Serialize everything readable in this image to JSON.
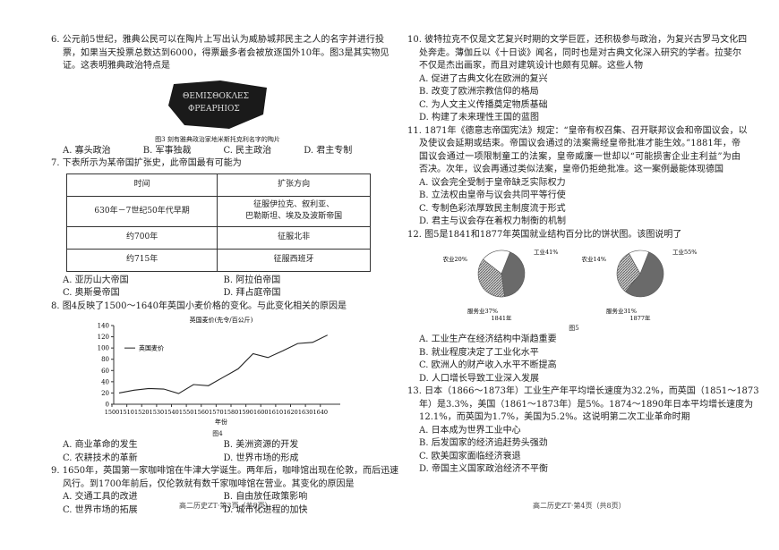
{
  "left": {
    "q6": {
      "lines": [
        "6. 公元前5世纪，雅典公民可以在陶片上写出认为威胁城邦民主之人的名字并进行投",
        "票，如果当天投票总数达到6000，得票最多者会被放逐国外10年。图3是其实物见",
        "证。这表明雅典政治特点是"
      ],
      "sherd_text": [
        "ΘΕΜΙΣΘΟΚΛΕΣ",
        "ΦΡΕΑΡΗΙΟΣ"
      ],
      "caption": "图3  刻有雅典政治家地米斯托克利名字的陶片",
      "options": [
        "A. 寡头政治",
        "B. 军事独裁",
        "C. 民主政治",
        "D. 君主专制"
      ]
    },
    "q7": {
      "stem": "7. 下表所示为某帝国扩张史，此帝国最有可能为",
      "table": {
        "headers": [
          "时间",
          "扩张方向"
        ],
        "rows": [
          [
            "630年－7世纪50年代早期",
            "征服伊拉克、叙利亚、\n巴勒斯坦、埃及及波斯帝国"
          ],
          [
            "约700年",
            "征服北非"
          ],
          [
            "约715年",
            "征服西班牙"
          ]
        ]
      },
      "options": [
        "A. 亚历山大帝国",
        "B. 阿拉伯帝国",
        "C. 奥斯曼帝国",
        "D. 拜占庭帝国"
      ]
    },
    "q8": {
      "stem": "8. 图4反映了1500～1640年英国小麦价格的变化。与此变化相关的原因是",
      "caption": "图4",
      "options": [
        "A. 商业革命的发生",
        "B. 美洲资源的开发",
        "C. 农耕技术的革新",
        "D. 世界市场的形成"
      ]
    },
    "q9": {
      "lines": [
        "9. 1650年，英国第一家咖啡馆在牛津大学诞生。两年后，咖啡馆出现在伦敦，而后迅速",
        "风行。到1700年前后，仅伦敦就有数千家咖啡馆在营业。其变化的原因是"
      ],
      "options": [
        "A. 交通工具的改进",
        "B. 自由放任政策影响",
        "C. 世界市场的拓展",
        "D. 城市化进程的加快"
      ]
    },
    "footer": "高二历史ZT·第3页（共8页）"
  },
  "right": {
    "q10": {
      "lines": [
        "10. 彼特拉克不仅是文艺复兴时期的文学巨匠，还积极参与政治，为复兴古罗马文化四",
        "处奔走。薄伽丘以《十日谈》闻名，同时也是对古典文化深入研究的学者。拉斐尔",
        "不仅是杰出画家，而且对建筑设计也颇有见解。这些人物"
      ],
      "options": [
        "A. 促进了古典文化在欧洲的复兴",
        "B. 改变了欧洲宗教信仰的格局",
        "C. 为人文主义传播奠定物质基础",
        "D. 构建了未来理性王国的蓝图"
      ]
    },
    "q11": {
      "lines": [
        "11. 1871年《德意志帝国宪法》规定：“皇帝有权召集、召开联邦议会和帝国议会，以",
        "及使议会延期或结束。帝国议会通过的法案需经皇帝批准才能生效。”1881年，帝",
        "国议会通过一项限制童工的法案，皇帝威廉一世却以“可能损害企业主利益”为由",
        "否决。次年，议会再通过类似法案，皇帝仍拒绝批准。这一案例最能体现德国"
      ],
      "options": [
        "A. 议会完全受制于皇帝缺乏实际权力",
        "B. 立法权由皇帝与议会共同平等行使",
        "C. 专制色彩浓厚致民主制度流于形式",
        "D. 君主与议会存在着权力制衡的机制"
      ]
    },
    "q12": {
      "stem": "12. 图5是1841和1877年英国就业结构百分比的饼状图。该图说明了",
      "caption": "图5",
      "options": [
        "A. 工业生产在经济结构中渐趋重要",
        "B. 就业程度决定了工业化水平",
        "C. 欧洲人的财产收入水平不断提高",
        "D. 人口增长导致工业深入发展"
      ]
    },
    "q13": {
      "lines": [
        "13. 日本（1866～1873年）工业生产年平均增长速度为32.2%，而英国（1851～1873",
        "年）是3.3%，美国（1861～1873年）是5%。1874～1890年日本平均增长速度为",
        "12.1%，而英国为1.7%，美国为5.2%。这说明第二次工业革命时期"
      ],
      "options": [
        "A. 日本成为世界工业中心",
        "B. 后发国家的经济追赶势头强劲",
        "C. 欧美国家面临经济衰退",
        "D. 帝国主义国家政治经济不平衡"
      ]
    },
    "footer": "高二历史ZT·第4页（共8页）"
  },
  "chart_data": [
    {
      "type": "line",
      "title": "英国麦价(先令/百公斤)",
      "xlabel": "年份",
      "ylabel": "",
      "x": [
        1500,
        1510,
        1520,
        1530,
        1540,
        1550,
        1560,
        1570,
        1580,
        1590,
        1600,
        1610,
        1620,
        1630,
        1640
      ],
      "series": [
        {
          "name": "英国麦价",
          "values": [
            20,
            25,
            28,
            27,
            19,
            35,
            33,
            48,
            63,
            90,
            83,
            95,
            108,
            110,
            123
          ]
        }
      ],
      "xticks": [
        1500,
        1510,
        1520,
        1530,
        1540,
        1550,
        1560,
        1570,
        1580,
        1590,
        1600,
        1610,
        1620,
        1630,
        1640
      ],
      "ylim": [
        0,
        140
      ],
      "yticks": [
        0,
        20,
        40,
        60,
        80,
        100,
        120,
        140
      ],
      "grid": false,
      "legend": "top-left"
    },
    {
      "type": "pie",
      "title": "1841年",
      "slices": [
        {
          "label": "工业41%",
          "value": 41,
          "color": "#6a6a6a"
        },
        {
          "label": "服务业37%",
          "value": 37,
          "color": "hatch"
        },
        {
          "label": "农业20%",
          "value": 20,
          "color": "#ffffff"
        }
      ]
    },
    {
      "type": "pie",
      "title": "1877年",
      "slices": [
        {
          "label": "工业55%",
          "value": 55,
          "color": "#6a6a6a"
        },
        {
          "label": "服务业31%",
          "value": 31,
          "color": "hatch"
        },
        {
          "label": "农业14%",
          "value": 14,
          "color": "#ffffff"
        }
      ]
    }
  ]
}
